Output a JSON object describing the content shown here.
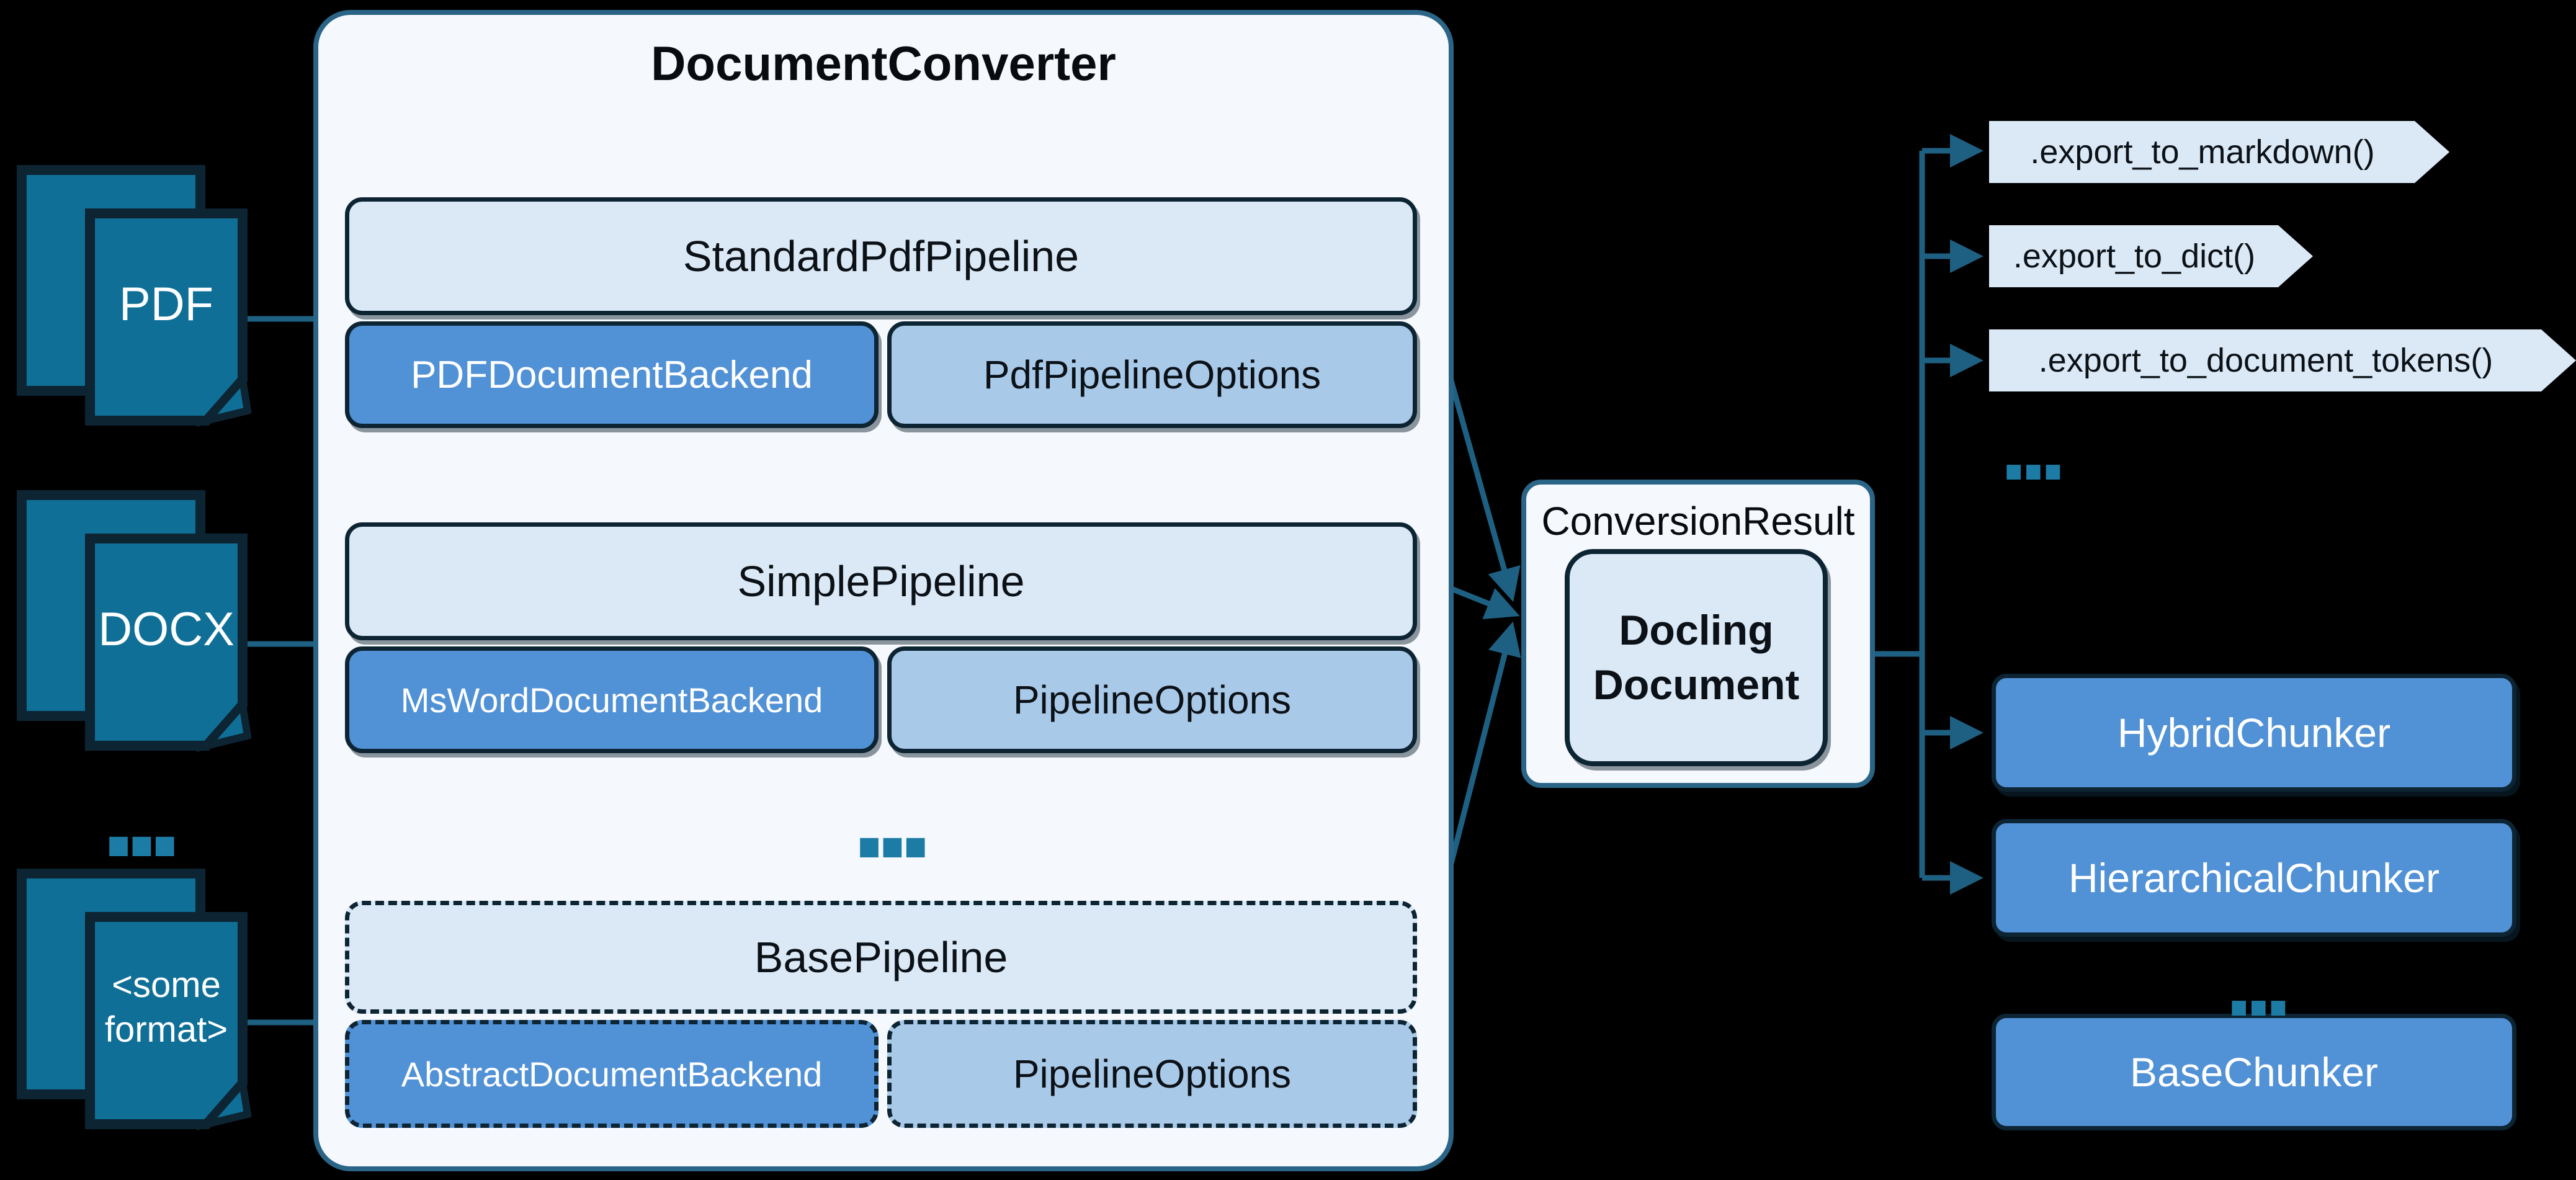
{
  "sources": {
    "items": [
      {
        "label": "PDF"
      },
      {
        "label": "DOCX"
      },
      {
        "label": "<some format>"
      }
    ],
    "ellipsis": "..."
  },
  "converter": {
    "title": "DocumentConverter",
    "ellipsis": "...",
    "groups": [
      {
        "pipeline": "StandardPdfPipeline",
        "backend": "PDFDocumentBackend",
        "options": "PdfPipelineOptions"
      },
      {
        "pipeline": "SimplePipeline",
        "backend": "MsWordDocumentBackend",
        "options": "PipelineOptions"
      },
      {
        "pipeline": "BasePipeline",
        "backend": "AbstractDocumentBackend",
        "options": "PipelineOptions"
      }
    ]
  },
  "result": {
    "label": "ConversionResult",
    "document": "Docling Document"
  },
  "exports": {
    "items": [
      {
        "label": ".export_to_markdown()"
      },
      {
        "label": ".export_to_dict()"
      },
      {
        "label": ".export_to_document_tokens()"
      }
    ],
    "ellipsis": "..."
  },
  "chunkers": {
    "items": [
      {
        "label": "HybridChunker"
      },
      {
        "label": "HierarchicalChunker"
      },
      {
        "label": "BaseChunker"
      }
    ],
    "ellipsis": "..."
  },
  "colors": {
    "background": "#000000",
    "container_fill": "#f5f8fd",
    "container_border": "#2a6486",
    "pipeline_fill": "#dbe9f7",
    "backend_fill": "#5191d6",
    "options_fill": "#a9c9e9",
    "dark_border": "#0d2433",
    "icon_fill": "#0f6f96",
    "line": "#1e6082",
    "dots": "#1d7ca6"
  }
}
